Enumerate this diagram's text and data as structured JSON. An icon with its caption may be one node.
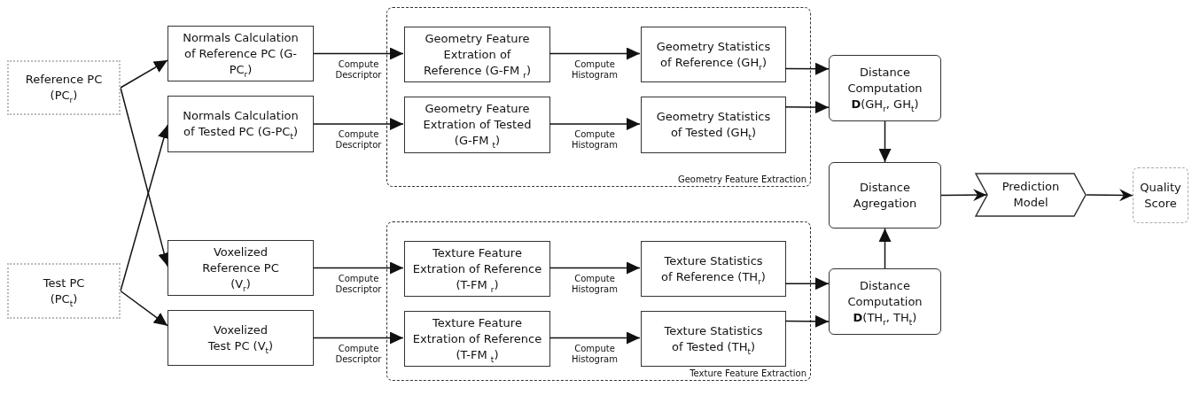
{
  "diagram": {
    "nodes": [
      {
        "text": [
          "Reference PC (PC$_{r}$)"
        ]
      },
      {
        "text": [
          "Test PC (PC$_{t}$)"
        ]
      },
      {
        "text": [
          "Normals Calculation of Reference PC (G-PC$_{r}$)"
        ]
      },
      {
        "text": [
          "Normals Calculation of Tested PC (G-PC$_{t}$)"
        ]
      },
      {
        "text": [
          "Voxelized Reference PC (V$_{r}$)"
        ]
      },
      {
        "text": [
          "Voxelized Test PC (V$_{t}$)"
        ]
      },
      {
        "text": [
          "Geometry Feature Extraction"
        ]
      },
      {
        "text": [
          "Geometry Feature Extration of Reference (G-FM $_{r}$)"
        ],
        "in": 6
      },
      {
        "text": [
          "Geometry Feature Extration of Tested (G-FM $_{t}$)"
        ],
        "in": 6
      },
      {
        "text": [
          "Geometry Statistics of Reference (GH$_{r}$)"
        ],
        "in": 6
      },
      {
        "text": [
          "Geometry Statistics of Tested (GH$_{t}$)"
        ],
        "in": 6
      },
      {
        "text": [
          "Texture Feature Extraction"
        ]
      },
      {
        "text": [
          "Texture Feature Extration of Reference (T-FM $_{r}$)"
        ],
        "in": 11
      },
      {
        "text": [
          "Texture Feature Extration of Reference (T-FM $_{t}$)"
        ],
        "in": 11
      },
      {
        "text": [
          "Texture Statistics of Reference (TH$_{r}$)"
        ],
        "in": 11
      },
      {
        "text": [
          "Texture Statistics of Tested (TH$_{t}$)"
        ],
        "in": 11
      },
      {
        "text": [
          "Distance Computation **D**(GH$_{r}$, GH$_{t}$)"
        ]
      },
      {
        "text": [
          "Distance Agregation"
        ]
      },
      {
        "text": [
          "Distance Computation **D**(TH$_{r}$, TH$_{t}$)"
        ]
      },
      {
        "text": [
          "Prediction Model"
        ]
      },
      {
        "text": [
          "Quality Score"
        ]
      }
    ],
    "edges": [
      {
        "from": 0,
        "to": 2,
        "arrow": "to"
      },
      {
        "from": 0,
        "to": 4,
        "arrow": "to"
      },
      {
        "from": 1,
        "to": 3,
        "arrow": "to"
      },
      {
        "from": 1,
        "to": 5,
        "arrow": "to"
      },
      {
        "from": 2,
        "to": 7,
        "arrow": "to",
        "label": "Compute Descriptor"
      },
      {
        "from": 3,
        "to": 8,
        "arrow": "to",
        "label": "Compute Descriptor"
      },
      {
        "from": 4,
        "to": 12,
        "arrow": "to",
        "label": "Compute Descriptor"
      },
      {
        "from": 5,
        "to": 13,
        "arrow": "to",
        "label": "Compute Descriptor"
      },
      {
        "from": 7,
        "to": 9,
        "arrow": "to",
        "label": "Compute Histogram"
      },
      {
        "from": 8,
        "to": 10,
        "arrow": "to",
        "label": "Compute Histogram"
      },
      {
        "from": 12,
        "to": 14,
        "arrow": "to",
        "label": "Compute Histogram"
      },
      {
        "from": 13,
        "to": 15,
        "arrow": "to",
        "label": "Compute Histogram"
      },
      {
        "from": 9,
        "to": 16,
        "arrow": "to"
      },
      {
        "from": 10,
        "to": 16,
        "arrow": "to"
      },
      {
        "from": 14,
        "to": 18,
        "arrow": "to"
      },
      {
        "from": 15,
        "to": 18,
        "arrow": "to"
      },
      {
        "from": 16,
        "to": 17,
        "arrow": "to"
      },
      {
        "from": 18,
        "to": 17,
        "arrow": "to"
      },
      {
        "from": 17,
        "to": 19,
        "arrow": "to"
      },
      {
        "from": 19,
        "to": 20,
        "arrow": "to"
      }
    ]
  }
}
